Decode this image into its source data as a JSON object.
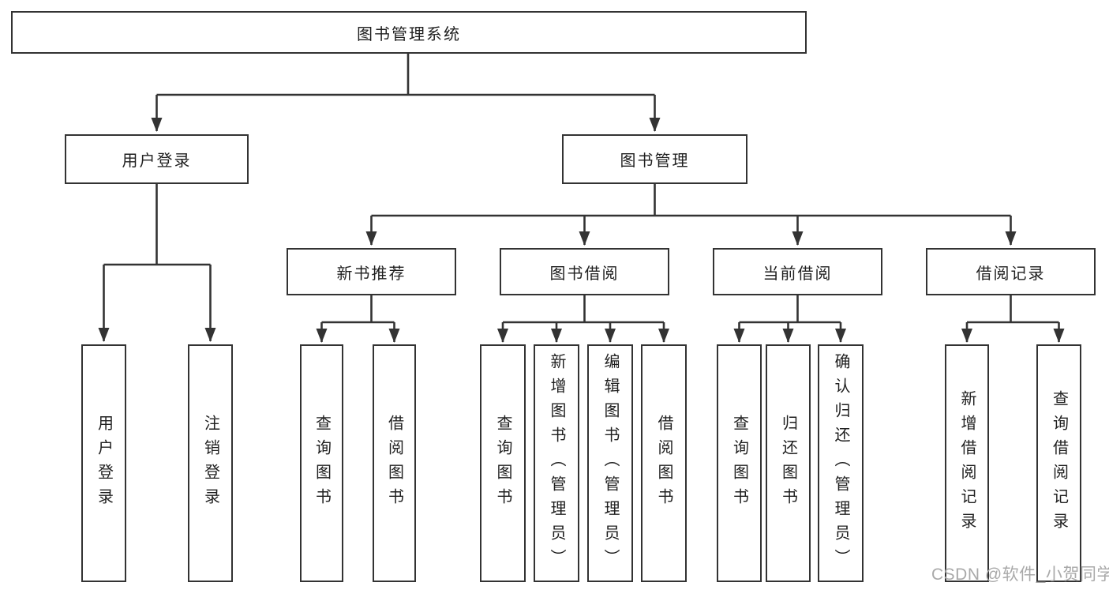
{
  "colors": {
    "line": "#333333",
    "text": "#1f1f1f",
    "background": "#ffffff",
    "watermark": "#a9a9a9"
  },
  "nodes": {
    "root": "图书管理系统",
    "user_login": "用户登录",
    "book_management": "图书管理",
    "new_book_recommend": "新书推荐",
    "book_borrowing": "图书借阅",
    "current_borrowing": "当前借阅",
    "borrowing_records": "借阅记录"
  },
  "leaves": [
    "用户登录",
    "注销登录",
    "查询图书",
    "借阅图书",
    "查询图书",
    "新增图书（管理员）",
    "编辑图书（管理员）",
    "借阅图书",
    "查询图书",
    "归还图书",
    "确认归还（管理员）",
    "新增借阅记录",
    "查询借阅记录"
  ],
  "watermark": "CSDN @软件_小贺同学"
}
